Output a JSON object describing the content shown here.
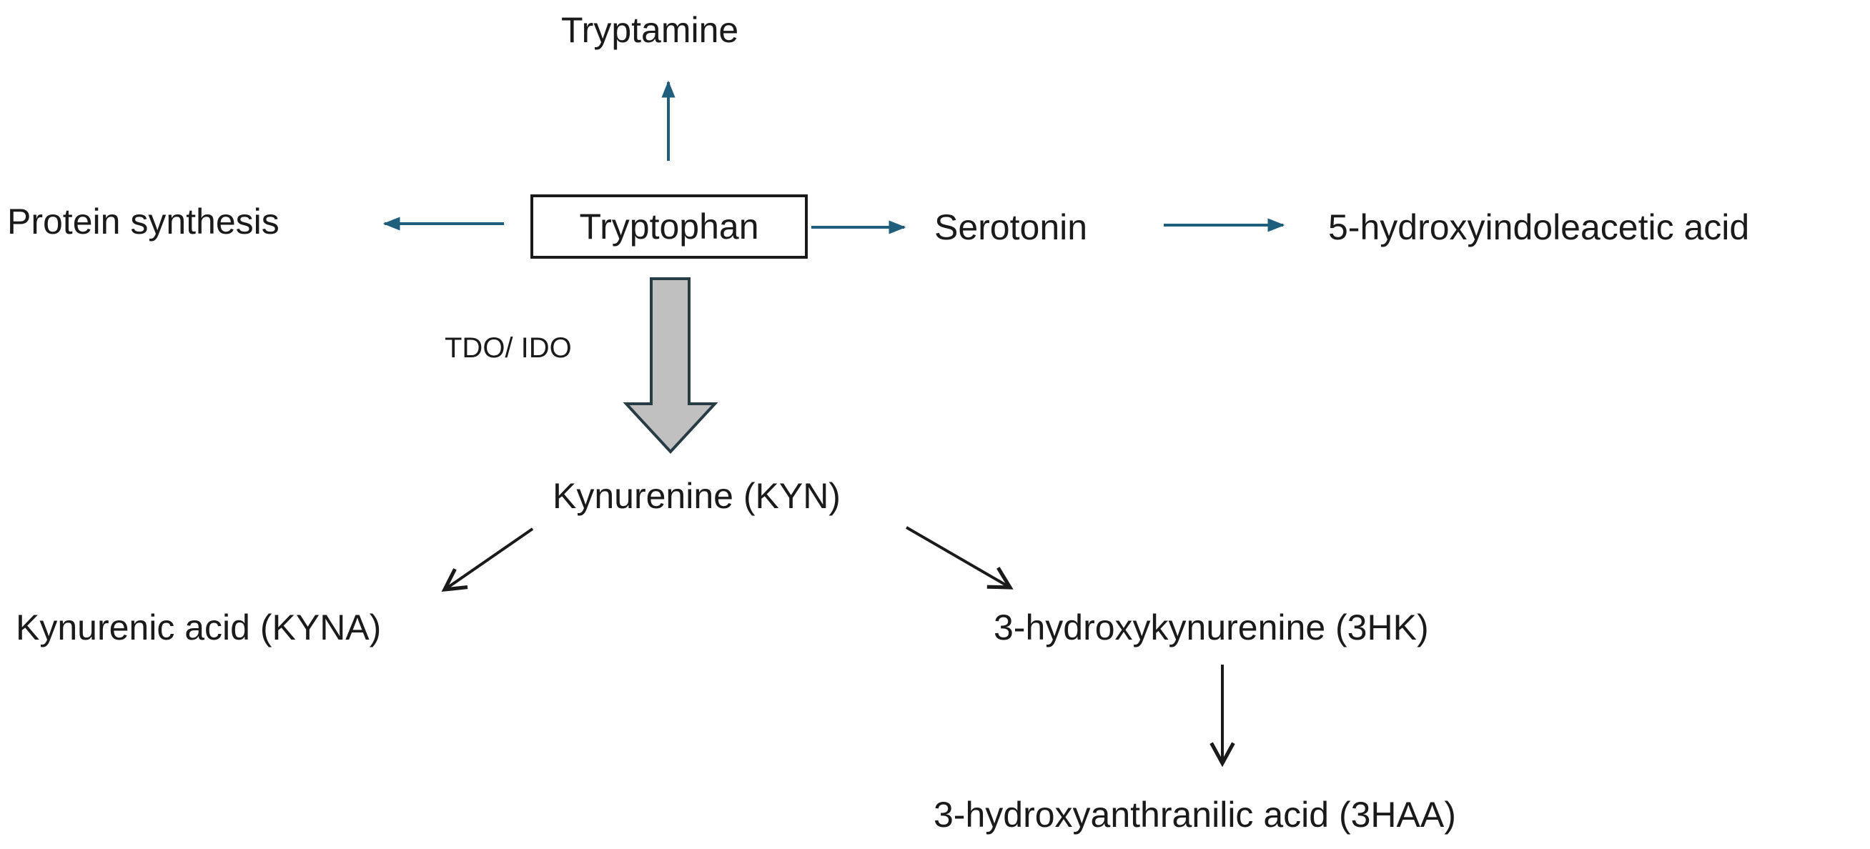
{
  "diagram": {
    "center": {
      "label": "Tryptophan"
    },
    "branches": {
      "up": "Tryptamine",
      "left": "Protein synthesis",
      "right": "Serotonin",
      "far_right": "5-hydroxyindoleacetic acid"
    },
    "enzyme_label": "TDO/ IDO",
    "kynurenine": "Kynurenine (KYN)",
    "kynurenic_acid": "Kynurenic acid (KYNA)",
    "hydroxykynurenine": "3-hydroxykynurenine (3HK)",
    "hydroxyanthranilic_acid": "3-hydroxyanthranilic acid (3HAA)"
  },
  "colors": {
    "blue_arrow": "#1f5f7d",
    "black_arrow": "#1a1a1a",
    "big_arrow_fill": "#c0c0c0",
    "big_arrow_stroke": "#283c46"
  }
}
